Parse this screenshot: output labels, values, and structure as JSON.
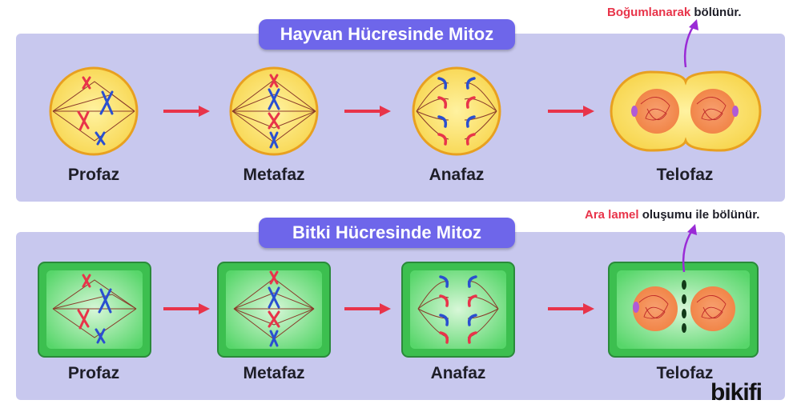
{
  "animal": {
    "title": "Hayvan Hücresinde Mitoz",
    "stages": [
      "Profaz",
      "Metafaz",
      "Anafaz",
      "Telofaz"
    ],
    "note_highlight": "Boğumlanarak",
    "note_rest": " bölünür."
  },
  "plant": {
    "title": "Bitki Hücresinde Mitoz",
    "stages": [
      "Profaz",
      "Metafaz",
      "Anafaz",
      "Telofaz"
    ],
    "note_highlight": "Ara lamel",
    "note_rest": " oluşumu ile bölünür."
  },
  "logo": {
    "text": "bikifi"
  },
  "colors": {
    "panel": "#c8c8ee",
    "title_pill": "#6e66ea",
    "animal_cell": "#f7d44a",
    "plant_cell": "#57d66a",
    "chromosome_red": "#e8344a",
    "chromosome_blue": "#2a4fd0",
    "arrow": "#e8344a",
    "pointer": "#9a2bd6"
  }
}
